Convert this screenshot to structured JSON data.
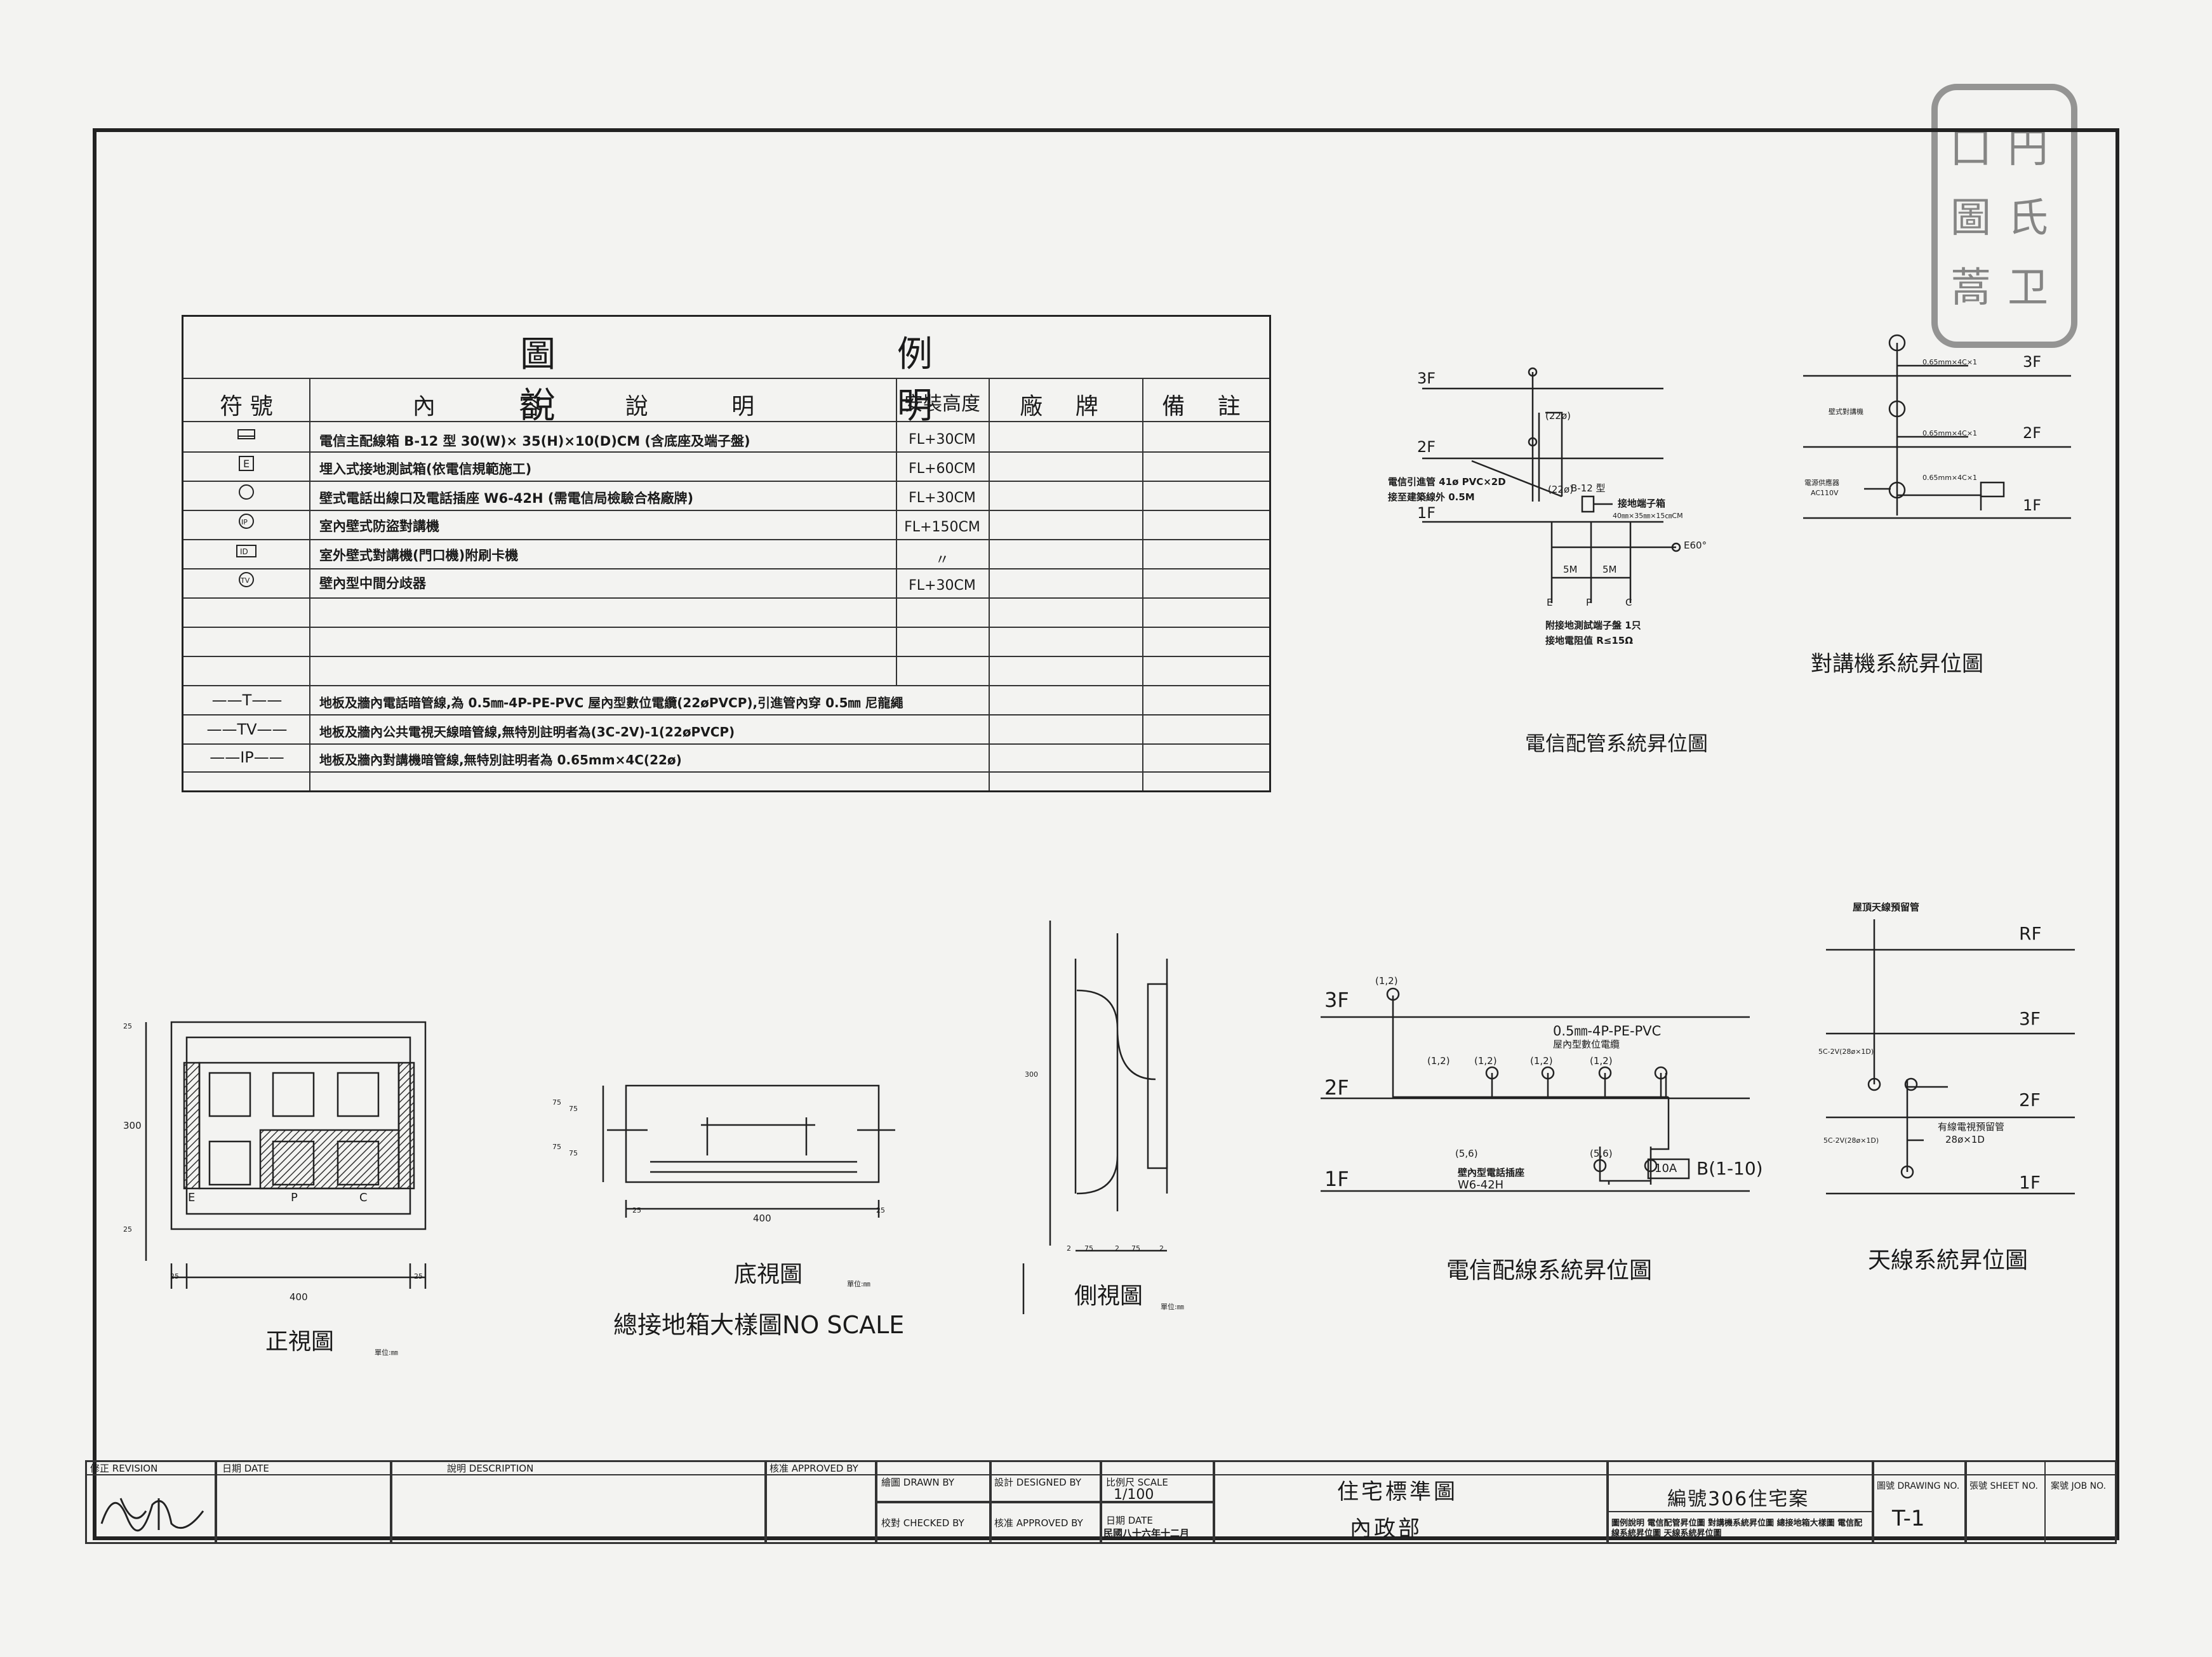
{
  "legend": {
    "title": "圖 例 說 明",
    "headers": {
      "symbol": "符 號",
      "content": "內 容 說 明",
      "height": "安裝高度",
      "brand": "廠 牌",
      "remark": "備 註"
    },
    "rows": [
      {
        "icon": "junction-box-symbol",
        "content": "電信主配線箱 B-12 型 30(W)× 35(H)×10(D)CM (含底座及端子盤)",
        "height": "FL+30CM"
      },
      {
        "icon": "ground-box-symbol",
        "content": "埋入式接地測試箱(依電信規範施工)",
        "height": "FL+60CM"
      },
      {
        "icon": "outlet-circle-symbol",
        "content": "壁式電話出線口及電話插座 W6-42H (需電信局檢驗合格廠牌)",
        "height": "FL+30CM"
      },
      {
        "icon": "intercom-symbol",
        "content": "室內壁式防盜對講機",
        "height": "FL+150CM"
      },
      {
        "icon": "door-intercom-symbol",
        "content": "室外壁式對講機(門口機)附刷卡機",
        "height": "〃"
      },
      {
        "icon": "tv-splitter-symbol",
        "content": "壁內型中間分歧器",
        "height": "FL+30CM"
      }
    ],
    "line_rows": [
      {
        "code": "——T——",
        "content": "地板及牆內電話暗管線,為 0.5㎜-4P-PE-PVC 屋內型數位電纜(22øPVCP),引進管內穿 0.5㎜ 尼龍繩"
      },
      {
        "code": "——TV——",
        "content": "地板及牆內公共電視天線暗管線,無特別註明者為(3C-2V)-1(22øPVCP)"
      },
      {
        "code": "——IP——",
        "content": "地板及牆內對講機暗管線,無特別註明者為 0.65mm×4C(22ø)"
      }
    ]
  },
  "riser_pipe": {
    "caption": "電信配管系統昇位圖",
    "floors": [
      "3F",
      "2F",
      "1F"
    ],
    "labels": {
      "pipe": "(22ø)",
      "pipe2": "(22ø)",
      "incoming": "電信引進管 41ø PVC×2D",
      "incoming2": "接至建築線外 0.5M",
      "box": "B-12 型",
      "terminal": "接地端子箱",
      "terminal_size": "40㎜×35㎜×15㎝CM",
      "e60": "E60°",
      "dist1": "5M",
      "dist2": "5M",
      "epc": [
        "E",
        "P",
        "C"
      ],
      "rod": "附接地測試端子盤 1只",
      "rod2": "接地電阻值 R≤15Ω"
    }
  },
  "intercom": {
    "caption": "對講機系統昇位圖",
    "floors": [
      "3F",
      "2F",
      "1F"
    ],
    "labels": {
      "w3": "0.65mm×4C×1",
      "w2": "0.65mm×4C×1",
      "w1": "0.65mm×4C×1",
      "unit": "壁式對講機",
      "power": "電源供應器",
      "power_v": "AC110V"
    }
  },
  "wiring": {
    "caption": "電信配線系統昇位圖",
    "floors": [
      "3F",
      "2F",
      "1F"
    ],
    "labels": {
      "cable": "0.5㎜-4P-PE-PVC",
      "cable2": "屋內型數位電纜",
      "outlet": "壁內型電話插座",
      "outlet_model": "W6-42H",
      "box": "10A",
      "box_range": "B(1-10)",
      "pair3": "(1,2)",
      "pair2": [
        "(1,2)",
        "(1,2)",
        "(1,2)",
        "(1,2)"
      ],
      "pair1": [
        "(5,6)",
        "(5,6)"
      ]
    }
  },
  "antenna": {
    "caption": "天線系統昇位圖",
    "floors": [
      "RF",
      "3F",
      "2F",
      "1F"
    ],
    "labels": {
      "roof": "屋頂天線預留管",
      "c1": "5C-2V(28ø×1D)",
      "c2": "5C-2V(28ø×1D)",
      "cable_tv": "有線電視預留管",
      "cable_tv2": "28ø×1D"
    }
  },
  "details": {
    "front_caption": "正視圖",
    "bottom_caption": "底視圖",
    "side_caption": "側視圖",
    "main_caption": "總接地箱大樣圖NO SCALE",
    "front_dims": {
      "w": "400",
      "h": "300",
      "m1": "25",
      "m2": "25",
      "m3": "25",
      "m4": "25"
    },
    "front_epc": [
      "E",
      "P",
      "C"
    ],
    "bottom_dims": {
      "w": "400",
      "m1": "25",
      "m2": "25",
      "d1": "75",
      "d2": "75",
      "d3": "75",
      "d4": "75"
    },
    "side_dims": [
      "2",
      "75",
      "2",
      "75",
      "2"
    ],
    "side_dims_h": "300",
    "unit": "單位:㎜"
  },
  "title_block": {
    "revision": "修正 REVISION",
    "date": "日期 DATE",
    "description": "說明 DESCRIPTION",
    "approved": "核准 APPROVED BY",
    "drawn": "繪圖 DRAWN BY",
    "designed": "設計 DESIGNED BY",
    "scale_lbl": "比例尺 SCALE",
    "scale": "1/100",
    "checked": "校對 CHECKED BY",
    "approved2": "核准 APPROVED BY",
    "date2": "日期 DATE",
    "date_val": "民國八十六年十二月",
    "project": "住宅標準圖",
    "agency": "內政部",
    "series": "編號306住宅案",
    "sheet_desc": "圖例說明 電信配管昇位圖 對講機系統昇位圖 總接地箱大樣圖 電信配線系統昇位圖 天線系統昇位圖",
    "drawing_no_lbl": "圖號 DRAWING NO.",
    "drawing_no": "T-1",
    "sheet_no_lbl": "張號 SHEET NO.",
    "job_no_lbl": "案號 JOB NO."
  },
  "colors": {
    "ink": "#1a1a1a",
    "paper": "#f3f3f1",
    "stamp": "#555555"
  }
}
